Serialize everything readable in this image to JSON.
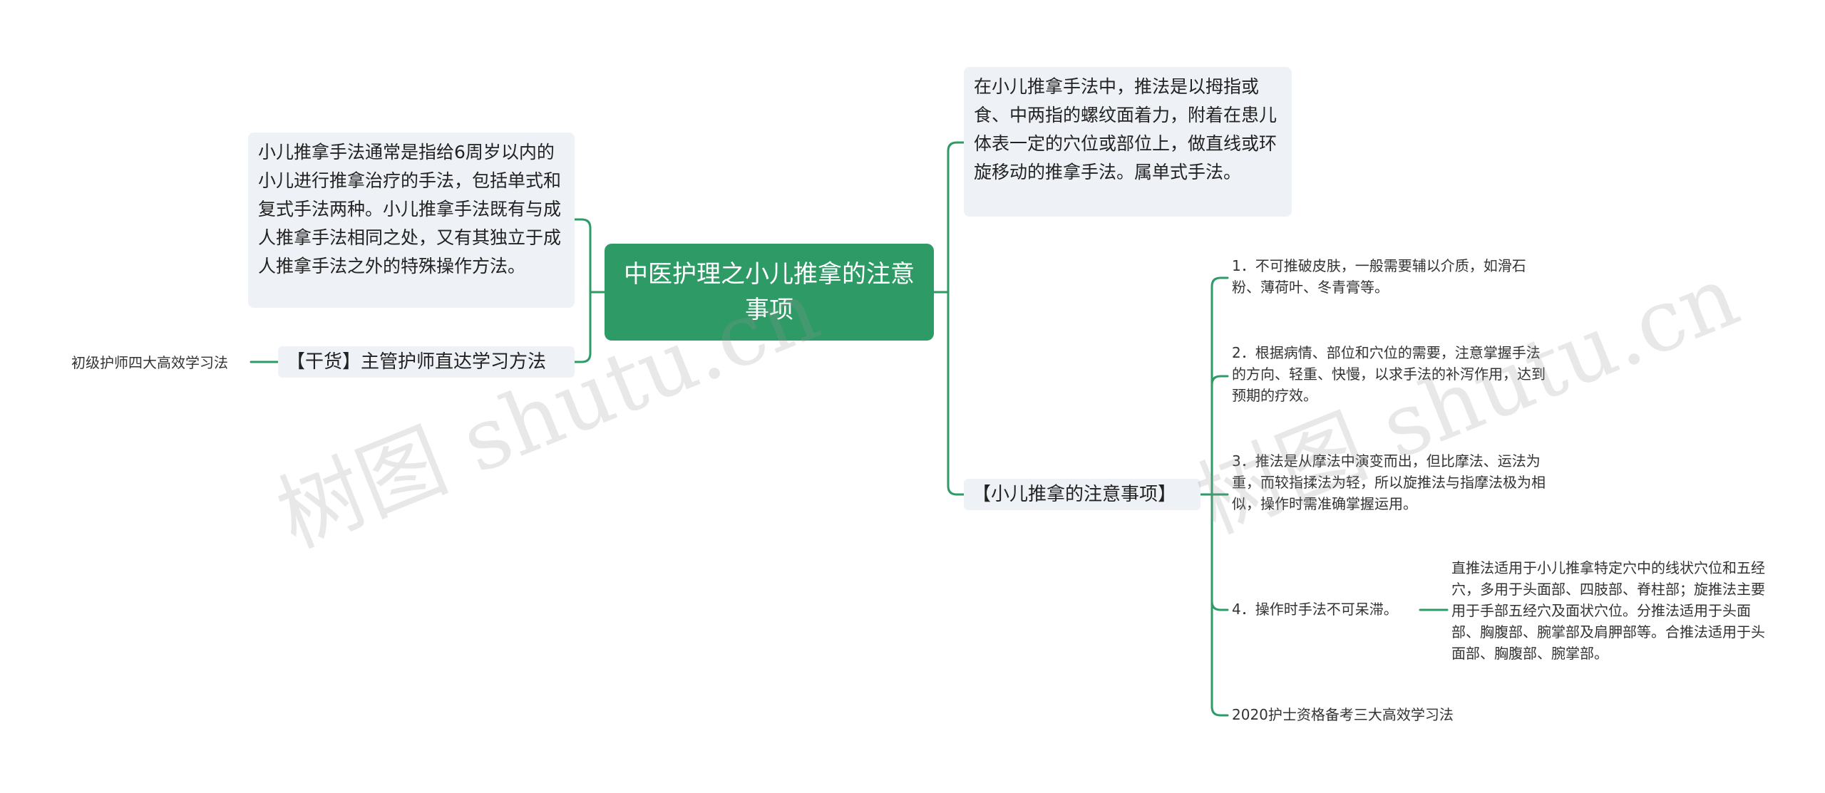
{
  "root": {
    "text": "中医护理之小儿推拿的注意事项"
  },
  "left": {
    "description": "小儿推拿手法通常是指给6周岁以内的小儿进行推拿治疗的手法，包括单式和复式手法两种。小儿推拿手法既有与成人推拿手法相同之处，又有其独立于成人推拿手法之外的特殊操作方法。",
    "study_tag": "【干货】主管护师直达学习方法",
    "study_child": "初级护师四大高效学习法"
  },
  "right": {
    "definition": "在小儿推拿手法中，推法是以拇指或食、中两指的螺纹面着力，附着在患儿体表一定的穴位或部位上，做直线或环旋移动的推拿手法。属单式手法。",
    "notes_tag": "【小儿推拿的注意事项】",
    "notes": [
      "1．不可推破皮肤，一般需要辅以介质，如滑石粉、薄荷叶、冬青膏等。",
      "2．根据病情、部位和穴位的需要，注意掌握手法的方向、轻重、快慢，以求手法的补泻作用，达到预期的疗效。",
      "3．推法是从摩法中演变而出，但比摩法、运法为重，而较指揉法为轻，所以旋推法与指摩法极为相似，操作时需准确掌握运用。",
      "4．操作时手法不可呆滞。"
    ],
    "note4_detail": "直推法适用于小儿推拿特定穴中的线状穴位和五经穴，多用于头面部、四肢部、脊柱部；旋推法主要用于手部五经穴及面状穴位。分推法适用于头面部、胸腹部、腕掌部及肩胛部等。合推法适用于头面部、胸腹部、腕掌部。",
    "extra": "2020护士资格备考三大高效学习法"
  },
  "watermarks": [
    "树图 shutu.cn",
    "树图 shutu.cn"
  ],
  "colors": {
    "root_bg": "#2e9a66",
    "connector": "#2e9a66",
    "card_bg": "#eef1f5"
  }
}
